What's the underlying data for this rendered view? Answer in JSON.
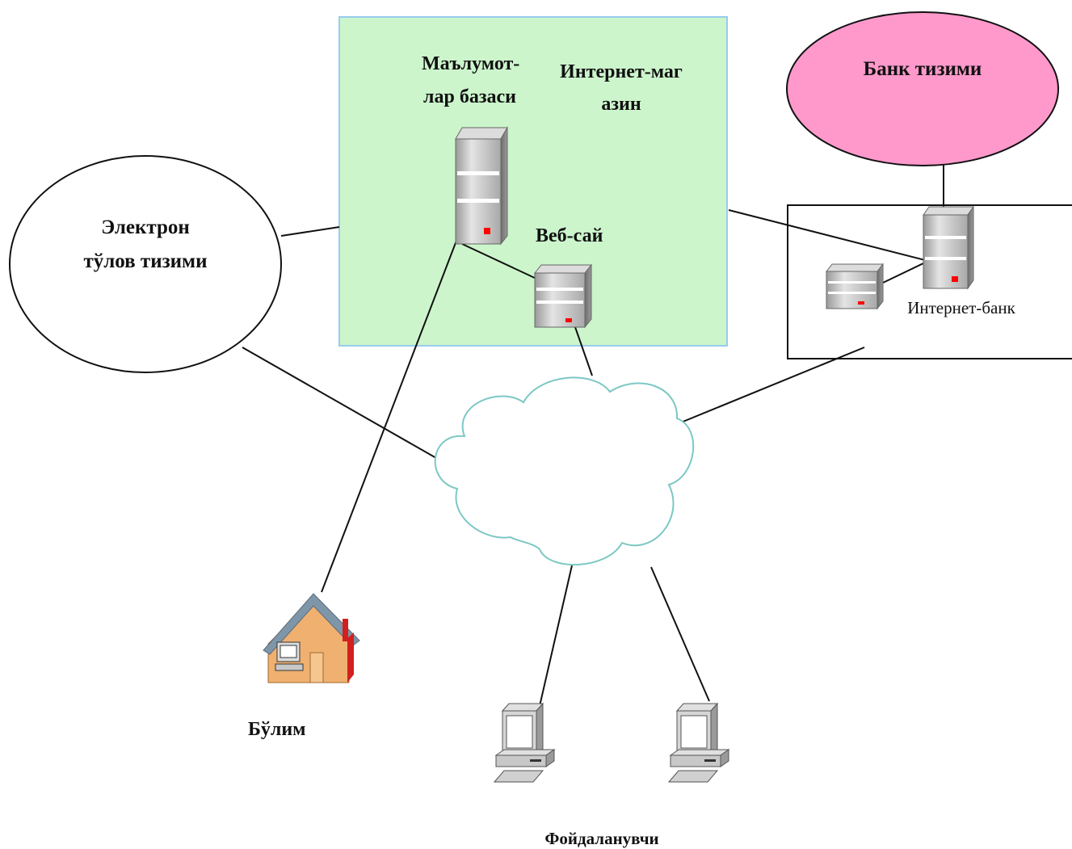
{
  "shop": {
    "database_label_line1": "Маълумот-",
    "database_label_line2": "лар базаси",
    "store_label_line1": "Интернет-маг",
    "store_label_line2": "азин",
    "website_label": "Веб-сай"
  },
  "payment_system": {
    "label_line1": "Электрон",
    "label_line2": "тўлов тизими"
  },
  "bank_system": {
    "label": "Банк тизими"
  },
  "internet_bank": {
    "label": "Интернет-банк"
  },
  "branch": {
    "label": "Бўлим"
  },
  "user": {
    "label": "Фойдаланувчи"
  },
  "colors": {
    "shop_fill": "#ccf5cc",
    "shop_border": "#99ccee",
    "bank_fill": "#ff99cc",
    "cloud_stroke": "#7cc8c4",
    "server_body": "#c8c8c8",
    "indicator": "#ff0000",
    "house_wall": "#f0b070",
    "house_roof": "#7f96a8"
  }
}
